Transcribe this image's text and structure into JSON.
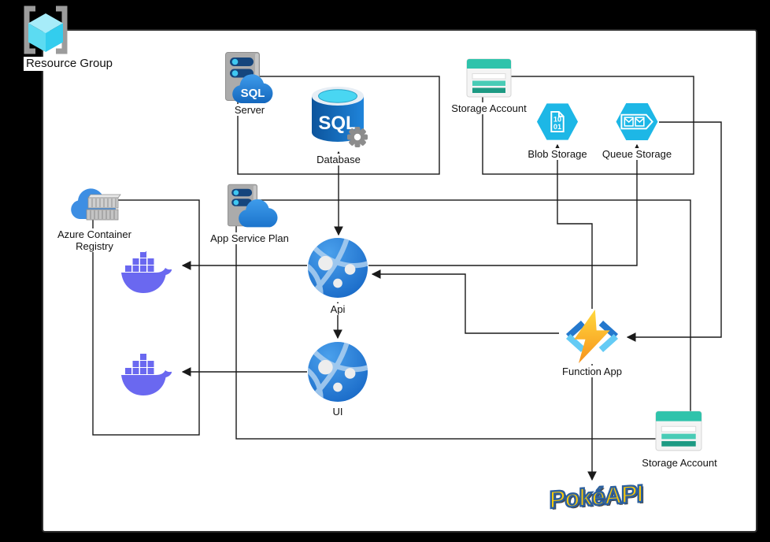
{
  "labels": {
    "resource_group": "Resource Group",
    "server": "Server",
    "database": "Database",
    "storage_account_top": "Storage Account",
    "blob_storage": "Blob Storage",
    "queue_storage": "Queue Storage",
    "acr": "Azure Container Registry",
    "app_service_plan": "App Service Plan",
    "api": "Api",
    "ui": "UI",
    "function_app": "Function App",
    "storage_account_bottom": "Storage Account",
    "pokeapi": "PokéAPI"
  },
  "icon_texts": {
    "sql_server_cloud": "SQL",
    "sql_database": "SQL",
    "blob_doc_line1": "10",
    "blob_doc_line2": "01"
  },
  "icon_names": [
    "resource-group-icon",
    "sql-server-icon",
    "sql-database-icon",
    "storage-account-icon",
    "blob-storage-icon",
    "queue-storage-icon",
    "container-registry-icon",
    "app-service-plan-icon",
    "app-service-globe-icon",
    "docker-whale-icon",
    "function-app-icon",
    "pokeapi-logo"
  ],
  "connections": [
    {
      "from": "Database",
      "to": "Api",
      "bidirectional": true
    },
    {
      "from": "Api",
      "to": "UI",
      "bidirectional": true
    },
    {
      "from": "Api",
      "to": "Docker image (registry)",
      "bidirectional": false
    },
    {
      "from": "UI",
      "to": "Docker image (registry)",
      "bidirectional": false
    },
    {
      "from": "Api",
      "to": "Queue Storage",
      "bidirectional": false
    },
    {
      "from": "Queue Storage",
      "to": "Function App",
      "bidirectional": false
    },
    {
      "from": "Function App",
      "to": "Blob Storage",
      "bidirectional": false
    },
    {
      "from": "Function App",
      "to": "Api",
      "bidirectional": false
    },
    {
      "from": "Function App",
      "to": "PokéAPI",
      "bidirectional": false
    }
  ],
  "colors": {
    "background": "#000000",
    "canvas": "#ffffff",
    "line": "#1a1a1a",
    "azure_blue": "#1e7ad4",
    "storage_cyan": "#1db7e6",
    "storage_teal": "#2fc3ab",
    "docker_purple": "#6a68f0",
    "bolt_orange": "#f7941d",
    "pokeapi_yellow": "#ffcb05",
    "pokeapi_blue": "#2b5f9e"
  }
}
